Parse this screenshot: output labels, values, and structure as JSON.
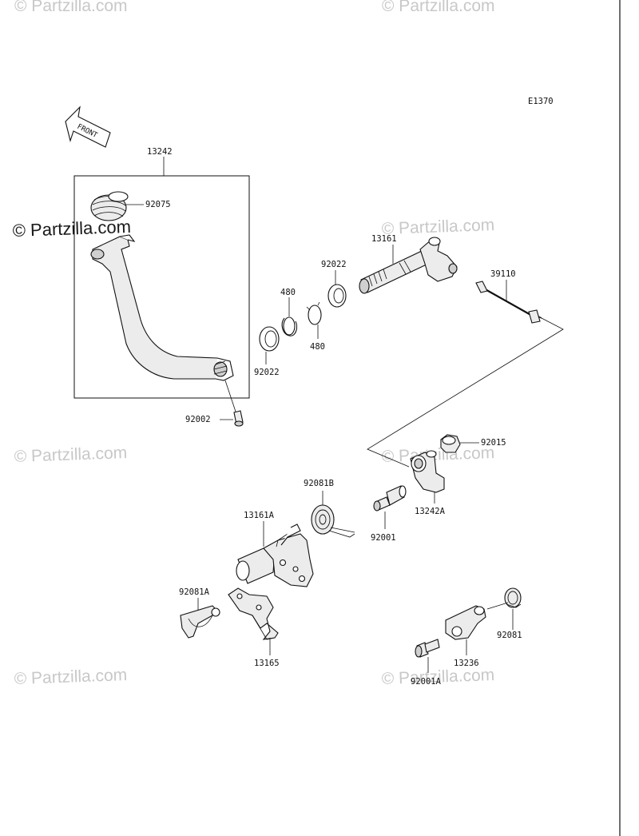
{
  "diagram": {
    "code": "E1370",
    "front_label": "FRONT",
    "watermark_main": "© Partzilla.com",
    "watermark_faint": "© Partzilla.com",
    "parts": {
      "p13242": "13242",
      "p92075": "92075",
      "p13161": "13161",
      "p92022_top": "92022",
      "p39110": "39110",
      "p480_top": "480",
      "p480_bottom": "480",
      "p92022_bottom": "92022",
      "p92002": "92002",
      "p92015": "92015",
      "p92081B": "92081B",
      "p13242A": "13242A",
      "p13161A": "13161A",
      "p92001": "92001",
      "p92081A": "92081A",
      "p92081": "92081",
      "p13236": "13236",
      "p13165": "13165",
      "p92001A": "92001A"
    }
  }
}
